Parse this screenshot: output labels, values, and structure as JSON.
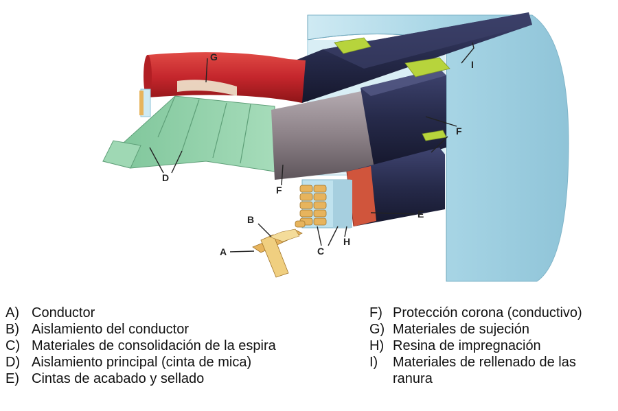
{
  "callouts": {
    "a": "A",
    "b": "B",
    "c": "C",
    "d": "D",
    "e": "E",
    "f1": "F",
    "f2": "F",
    "g": "G",
    "h": "H",
    "i": "I"
  },
  "legend_left": [
    {
      "key": "A)",
      "text": "Conductor"
    },
    {
      "key": "B)",
      "text": "Aislamiento del conductor"
    },
    {
      "key": "C)",
      "text": "Materiales de consolidación de la espira"
    },
    {
      "key": "D)",
      "text": "Aislamiento principal (cinta de mica)"
    },
    {
      "key": "E)",
      "text": "Cintas de acabado y sellado"
    }
  ],
  "legend_right": [
    {
      "key": "F)",
      "text": "Protección corona (conductivo)"
    },
    {
      "key": "G)",
      "text": "Materiales de sujeción"
    },
    {
      "key": "H)",
      "text": "Resina de impregnación"
    },
    {
      "key": "I)",
      "text": "Materiales de rellenado de las",
      "cont": "ranura"
    }
  ],
  "colors": {
    "stator": "#a9d6e6",
    "stator_edge": "#7fb4c8",
    "coil_dark": "#262a4a",
    "end_red": "#c4262c",
    "corona_grey": "#8d8288",
    "mica_green": "#8fcfa7",
    "wedge_green": "#b7d43c",
    "conductor_gold": "#e7b45d",
    "finish_red": "#d0553c"
  }
}
